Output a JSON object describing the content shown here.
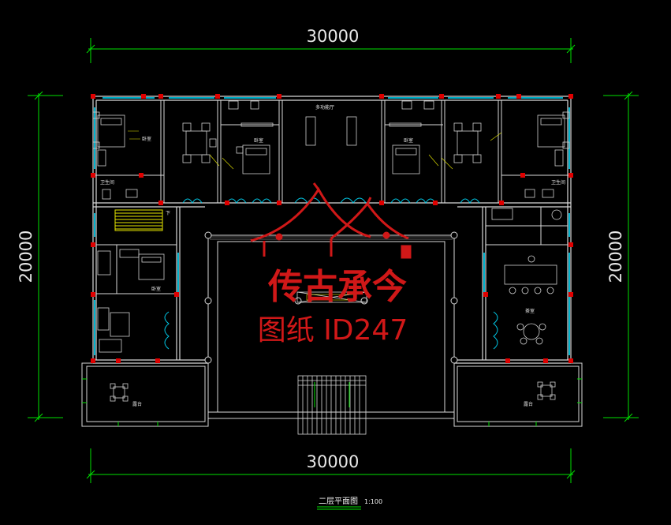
{
  "dimensions": {
    "top_width": "30000",
    "bottom_width": "30000",
    "left_height": "20000",
    "right_height": "20000"
  },
  "rooms": {
    "bedroom_nw": "卧室",
    "bath_nw": "卫生间",
    "multipurpose_hall": "多功能厅",
    "bedroom_nc": "卧室",
    "bedroom_ne": "卧室",
    "bath_ne": "卫生间",
    "bedroom_w": "卧室",
    "tea_room": "茶室",
    "terrace_w": "露台",
    "terrace_e": "露台",
    "stair_down": "下"
  },
  "watermark": {
    "brand": "传古承今",
    "id_text": "图纸 ID247"
  },
  "drawing_title": "二层平面图",
  "drawing_scale": "1:100",
  "colors": {
    "background": "#000000",
    "wall": "#d8d8d8",
    "dimension_line": "#00e000",
    "window": "#00c8e6",
    "column": "#e00000",
    "stair": "#e6e600",
    "watermark": "#d01818"
  }
}
